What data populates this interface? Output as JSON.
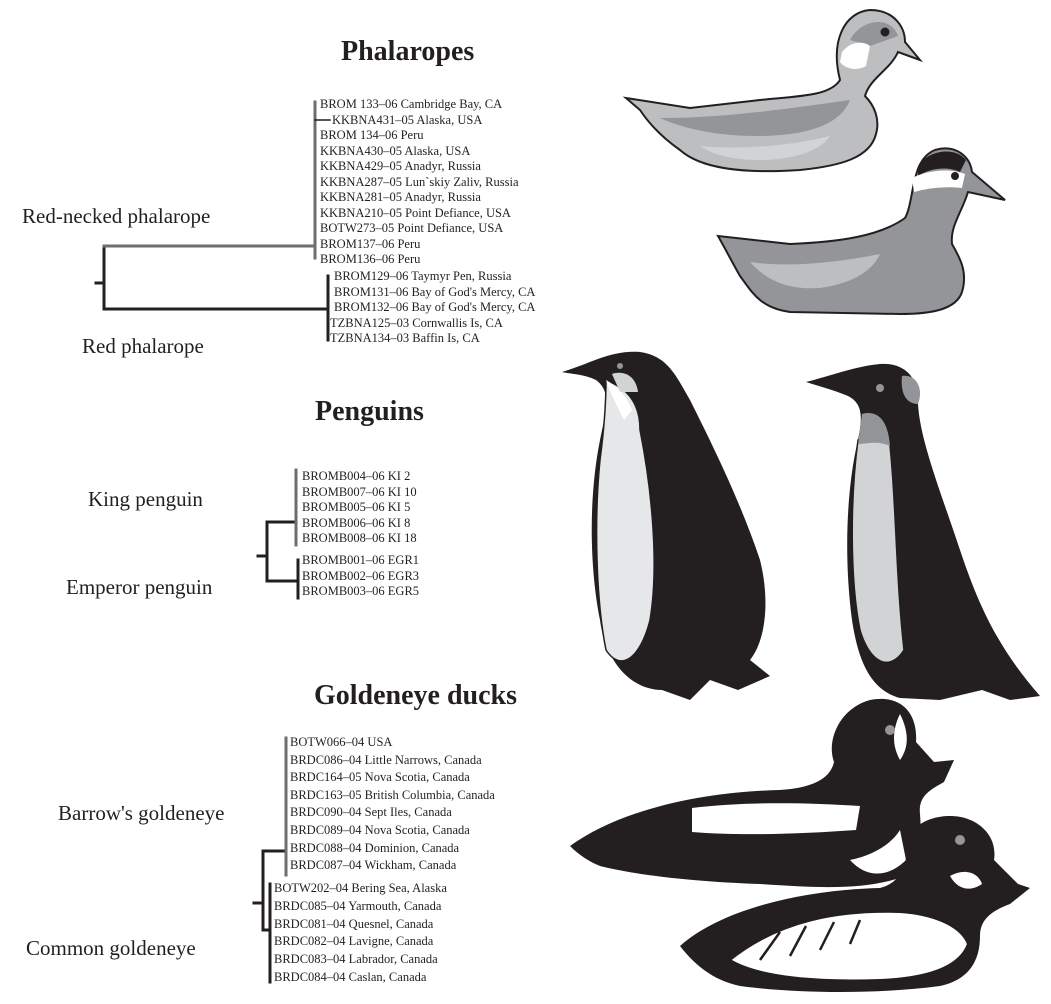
{
  "sections": [
    {
      "title": "Phalaropes",
      "species": [
        {
          "name": "Red-necked phalarope",
          "specimens": [
            "BROM 133–06 Cambridge Bay, CA",
            "KKBNA431–05 Alaska, USA",
            "BROM 134–06 Peru",
            "KKBNA430–05 Alaska, USA",
            "KKBNA429–05 Anadyr, Russia",
            "KKBNA287–05 Lun`skiy Zaliv, Russia",
            "KKBNA281–05 Anadyr, Russia",
            "KKBNA210–05 Point Defiance, USA",
            "BOTW273–05 Point Defiance, USA",
            "BROM137–06 Peru",
            "BROM136–06 Peru"
          ]
        },
        {
          "name": "Red phalarope",
          "specimens": [
            "BROM129–06 Taymyr Pen, Russia",
            "BROM131–06 Bay of God's Mercy, CA",
            "BROM132–06 Bay of God's Mercy, CA",
            "TZBNA125–03 Cornwallis Is, CA",
            "TZBNA134–03 Baffin Is, CA"
          ]
        }
      ]
    },
    {
      "title": "Penguins",
      "species": [
        {
          "name": "King penguin",
          "specimens": [
            "BROMB004–06 KI 2",
            "BROMB007–06 KI 10",
            "BROMB005–06 KI 5",
            "BROMB006–06 KI 8",
            "BROMB008–06 KI 18"
          ]
        },
        {
          "name": "Emperor penguin",
          "specimens": [
            "BROMB001–06 EGR1",
            "BROMB002–06 EGR3",
            "BROMB003–06 EGR5"
          ]
        }
      ]
    },
    {
      "title": "Goldeneye ducks",
      "species": [
        {
          "name": "Barrow's goldeneye",
          "specimens": [
            "BOTW066–04 USA",
            "BRDC086–04 Little Narrows, Canada",
            "BRDC164–05 Nova Scotia, Canada",
            "BRDC163–05 British Columbia, Canada",
            "BRDC090–04 Sept Iles, Canada",
            "BRDC089–04 Nova Scotia, Canada",
            "BRDC088–04 Dominion, Canada",
            "BRDC087–04 Wickham, Canada"
          ]
        },
        {
          "name": "Common goldeneye",
          "specimens": [
            "BOTW202–04 Bering Sea, Alaska",
            "BRDC085–04 Yarmouth, Canada",
            "BRDC081–04 Quesnel, Canada",
            "BRDC082–04 Lavigne, Canada",
            "BRDC083–04 Labrador, Canada",
            "BRDC084–04 Caslan, Canada"
          ]
        }
      ]
    }
  ],
  "colors": {
    "ink": "#231f20",
    "dark_grey": "#6d6e71",
    "mid_grey": "#939598",
    "light_grey": "#d1d3d4",
    "penguin_grey": "#cfd1d2"
  },
  "icons": [
    "red-necked-phalarope-illustration",
    "red-phalarope-illustration",
    "emperor-penguin-illustration",
    "king-penguin-illustration",
    "barrows-goldeneye-illustration",
    "common-goldeneye-illustration"
  ]
}
